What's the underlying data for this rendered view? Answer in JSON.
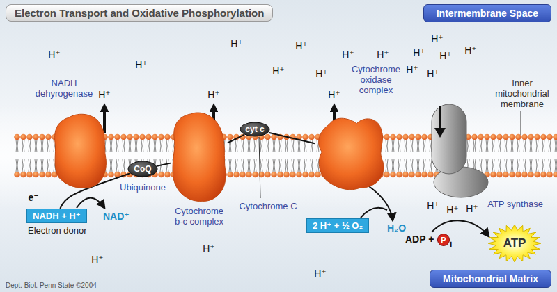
{
  "diagram": {
    "title": "Electron Transport and Oxidative Phosphorylation",
    "nodes": [
      {
        "text": [
          "Electron Transport and Oxidative Phosphorylation"
        ]
      },
      {
        "text": [
          "Intermembrane Space"
        ]
      },
      {
        "text": [
          "NADH dehyrogenase"
        ]
      },
      {
        "text": [
          "CoQ",
          "Ubiquinone"
        ]
      },
      {
        "text": [
          "Cytochrome b-c complex"
        ]
      },
      {
        "text": [
          "cyt c",
          "Cytochrome C"
        ]
      },
      {
        "text": [
          "Cytochrome oxidase complex"
        ]
      },
      {
        "text": [
          "ATP synthase"
        ]
      },
      {
        "text": [
          "NADH + H⁺"
        ]
      },
      {
        "text": [
          "2 H⁺ + ½ O₂"
        ]
      },
      {
        "text": [
          "ATP"
        ]
      },
      {
        "text": [
          "Mitochondrial Matrix"
        ]
      }
    ],
    "edges": [
      {
        "from": 8,
        "to": 3,
        "arrow": "none"
      },
      {
        "from": 3,
        "to": 4,
        "arrow": "none"
      },
      {
        "from": 4,
        "to": 5,
        "arrow": "none"
      },
      {
        "from": 5,
        "to": 6,
        "arrow": "none"
      }
    ],
    "labels": [
      "H⁺",
      "H⁺",
      "H⁺",
      "H⁺",
      "H⁺",
      "H⁺",
      "H⁺",
      "H⁺",
      "H⁺",
      "H⁺",
      "H⁺",
      "H⁺",
      "H⁺",
      "H⁺",
      "H⁺",
      "H⁺",
      "H⁺",
      "H⁺",
      "H⁺",
      "H⁺",
      "H⁺",
      "H⁺",
      "H⁺",
      "e⁻",
      "NAD⁺",
      "Electron donor",
      "H₂O",
      "ADP +",
      "P",
      "i",
      "Inner mitochondrial membrane",
      "Dept. Biol. Penn State ©2004"
    ]
  }
}
